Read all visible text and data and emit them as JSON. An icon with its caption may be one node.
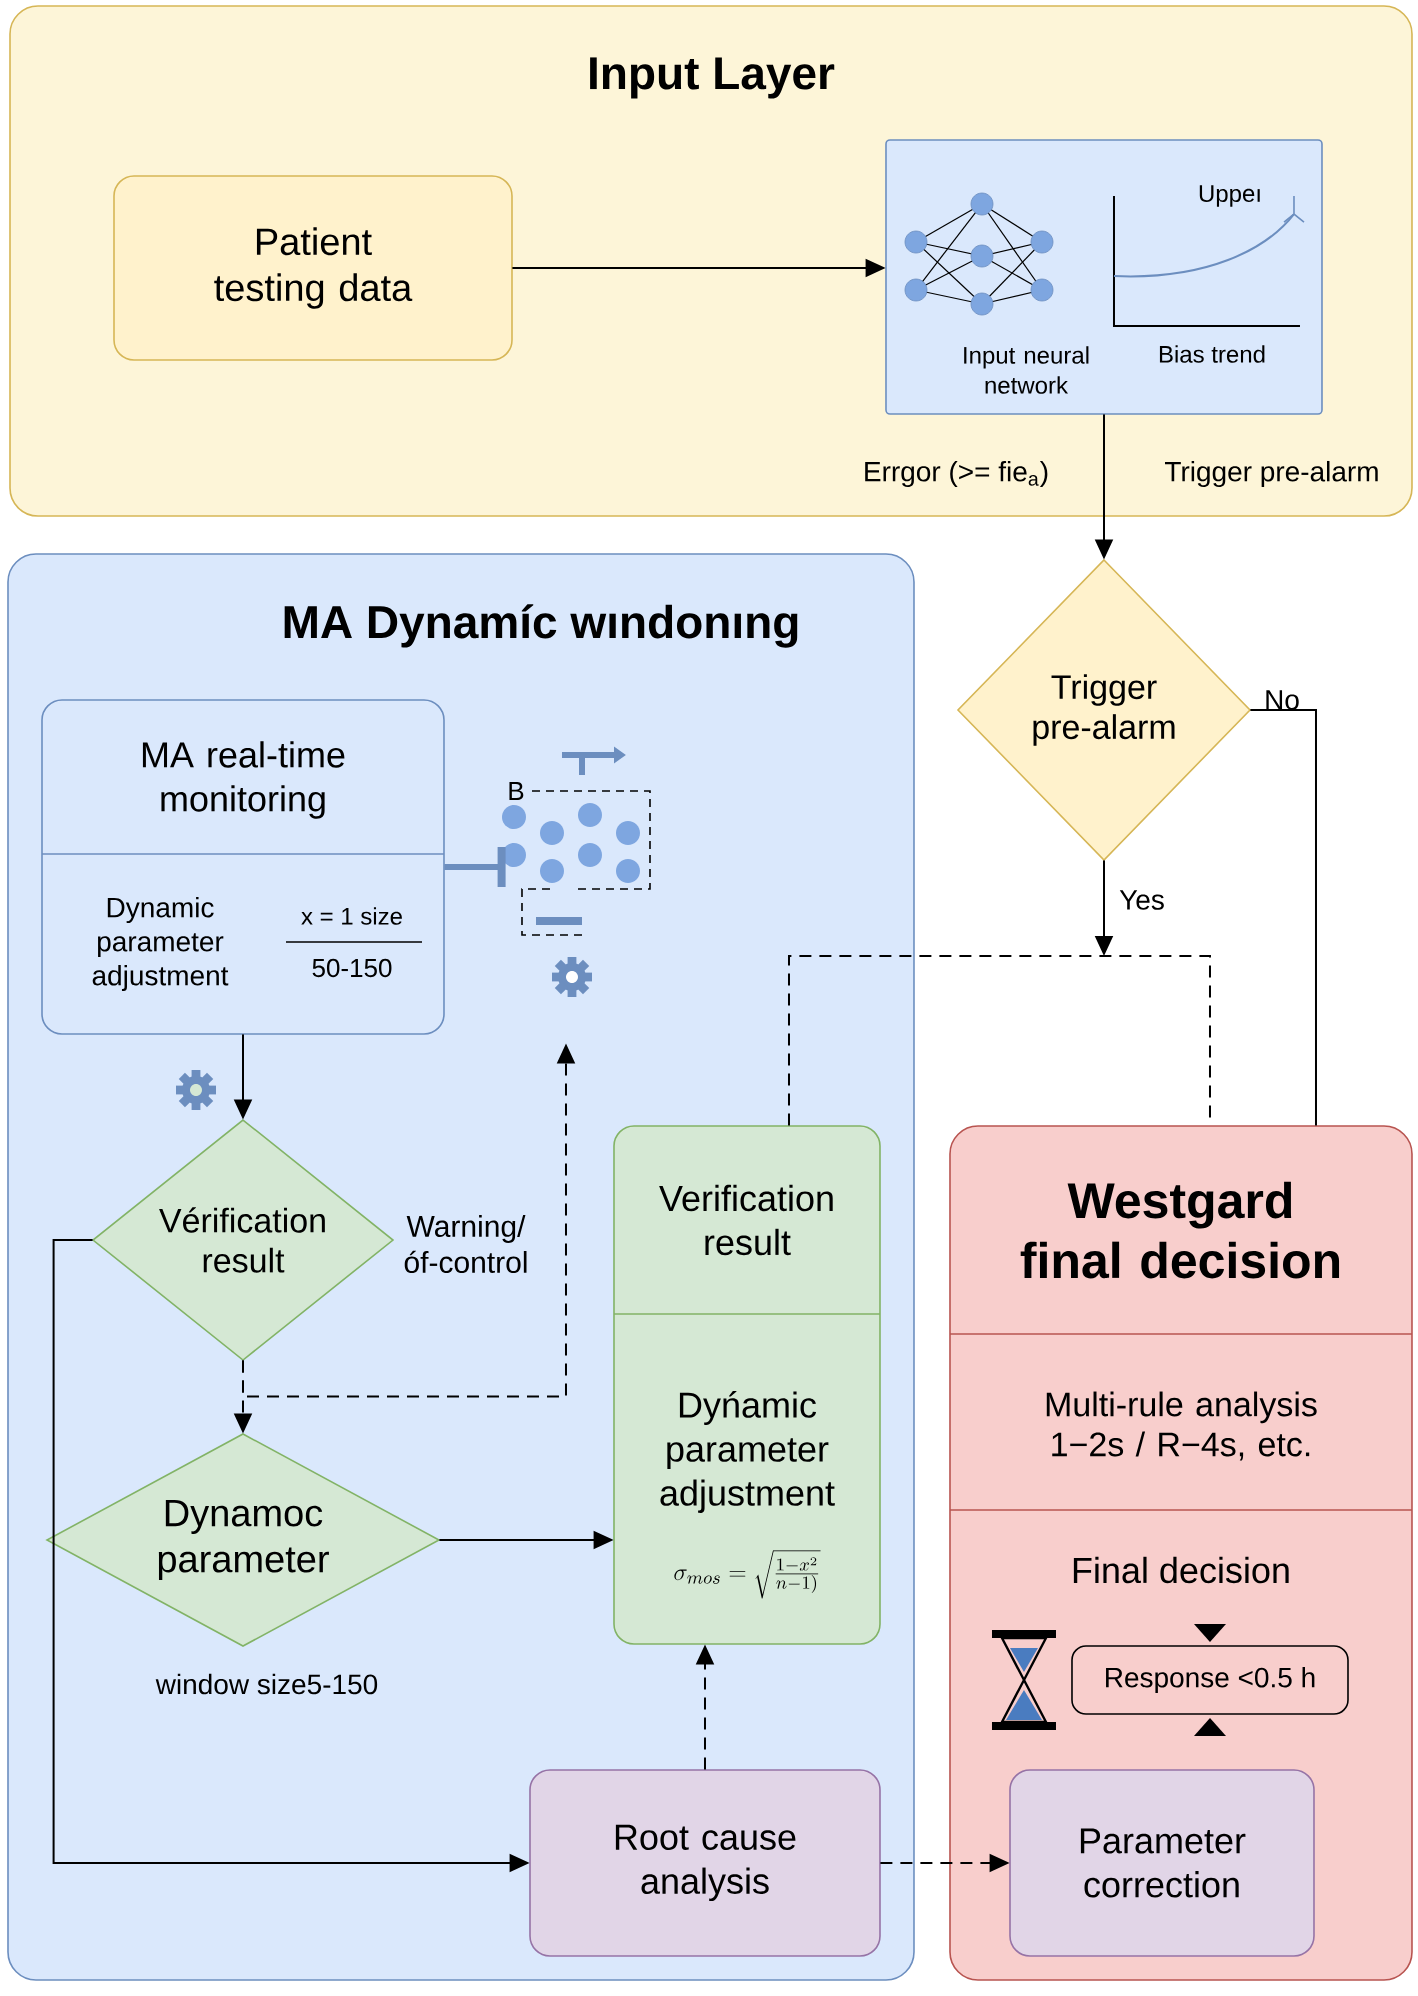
{
  "diagram": {
    "nodes": [
      {
        "text": [
          "Input Layer"
        ]
      },
      {
        "text": [
          "Patient testing data"
        ],
        "in": 0
      },
      {
        "text": [
          "Uppeı",
          "Input neural network",
          "Bias trend"
        ],
        "in": 0
      },
      {
        "text": [
          "MA Dynamíc wındonıng"
        ]
      },
      {
        "text": [
          "Trigger pre-alarm"
        ]
      },
      {
        "text": [
          "MA real-time monitoring",
          "Dynamic parameter adjustment",
          "x = 1 size",
          "50-150"
        ],
        "in": 3
      },
      {
        "text": [
          "B"
        ],
        "in": 3
      },
      {
        "text": [
          "Vérification result"
        ],
        "in": 3
      },
      {
        "text": [
          "Verification result",
          "Dyńamic parameter adjustment",
          "\\sigma_{mos}=\\sqrt{\\frac{1-x^{2}}{n-1)}}"
        ],
        "in": 3
      },
      {
        "text": [
          "Dynamoc parameter"
        ],
        "in": 3,
        "beside": [
          "window size5-150"
        ]
      },
      {
        "text": [
          "Root cause analysis"
        ],
        "in": 3
      },
      {
        "text": [
          "Westgard final decision",
          "Multi-rule analysis 1−2s / R−4s, etc.",
          "Final decision"
        ]
      },
      {
        "text": [
          "Response <0.5 h"
        ],
        "in": 11
      },
      {
        "text": [
          "Parameter correction"
        ],
        "in": 11
      }
    ],
    "edges": [
      {
        "from": 1,
        "to": 2,
        "arrow": "to"
      },
      {
        "from": 2,
        "to": 4,
        "arrow": "to",
        "label": "Trigger pre-alarm"
      },
      {
        "from": 4,
        "to": null,
        "arrow": "to",
        "label": "Yes"
      },
      {
        "from": 4,
        "to": 11,
        "arrow": "none",
        "label": "No"
      },
      {
        "from": 8,
        "to": 11,
        "arrow": "none",
        "style": "dashed"
      },
      {
        "from": 5,
        "to": 6,
        "arrow": "other",
        "style": "thick",
        "color": "#6c8ebf"
      },
      {
        "from": 5,
        "to": 7,
        "arrow": "to"
      },
      {
        "from": 7,
        "to": 6,
        "arrow": "to",
        "style": "dashed",
        "label": "Warning/ óf-control"
      },
      {
        "from": 7,
        "to": 10,
        "arrow": "to"
      },
      {
        "from": 7,
        "to": 9,
        "arrow": "to",
        "style": "dashed"
      },
      {
        "from": 9,
        "to": 8,
        "arrow": "to"
      },
      {
        "from": 10,
        "to": 8,
        "arrow": "to",
        "style": "dashed"
      },
      {
        "from": 10,
        "to": 13,
        "arrow": "to",
        "style": "dashed"
      }
    ],
    "labels": [
      "Errgor (>= fie$_{a}$)"
    ]
  }
}
